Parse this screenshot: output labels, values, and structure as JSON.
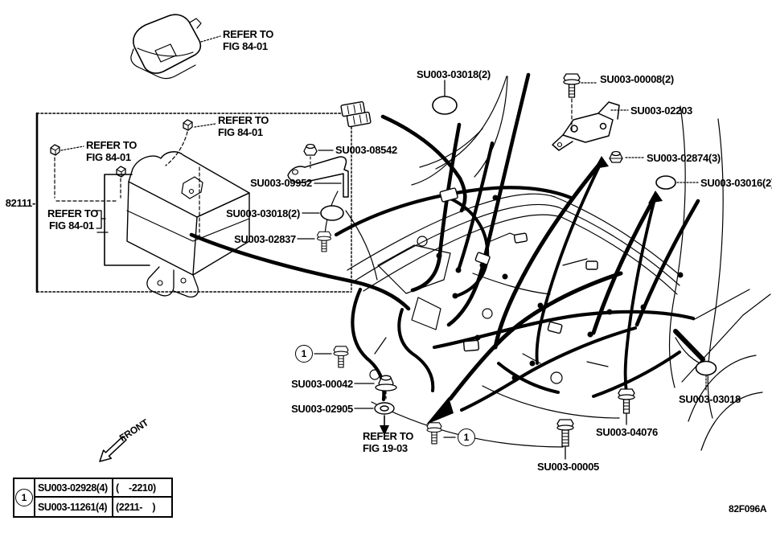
{
  "labels": {
    "refer_to": "REFER TO",
    "fig_84_01": "FIG 84-01",
    "fig_19_03": "FIG 19-03",
    "assembly": "82111-",
    "front": "FRONT",
    "drawing_code": "82F096A",
    "su003_03018_2": "SU003-03018(2)",
    "su003_00008_2": "SU003-00008(2)",
    "su003_02203": "SU003-02203",
    "su003_02874_3": "SU003-02874(3)",
    "su003_03016_2": "SU003-03016(2)",
    "su003_08542": "SU003-08542",
    "su003_09952": "SU003-09952",
    "su003_02837": "SU003-02837",
    "su003_00042": "SU003-00042",
    "su003_02905": "SU003-02905",
    "su003_03018": "SU003-03018",
    "su003_04076": "SU003-04076",
    "su003_00005": "SU003-00005"
  },
  "variant_table": {
    "marker": "1",
    "rows": [
      {
        "part": "SU003-02928(4)",
        "applicability": "(    -2210)"
      },
      {
        "part": "SU003-11261(4)",
        "applicability": "(2211-    )"
      }
    ]
  },
  "callout_markers": {
    "circled_one": "1"
  },
  "style": {
    "ink": "#000000",
    "paper": "#ffffff"
  }
}
